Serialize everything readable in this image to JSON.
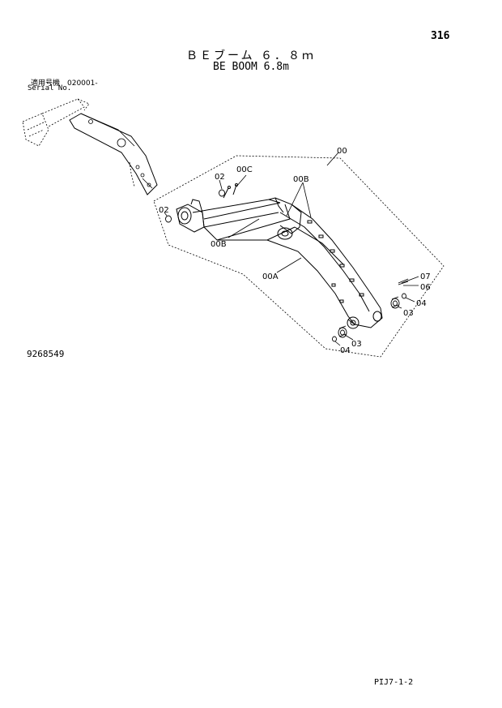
{
  "header": {
    "page_number": "316",
    "title_jp": "ＢＥブーム ６．８ｍ",
    "title_en": "BE BOOM 6.8m"
  },
  "serial": {
    "label_jp": "適用号機　020001-",
    "label_en": "Serial No."
  },
  "drawing_number": "9268549",
  "footer_code": "PIJ7-1-2",
  "callouts": {
    "c00": "00",
    "c00A": "00A",
    "c00B_top": "00B",
    "c00B_left": "00B",
    "c00C": "00C",
    "c02_top": "02",
    "c02_left": "02",
    "c03_right": "03",
    "c03_bottom": "03",
    "c04_right": "04",
    "c04_bottom": "04",
    "c06": "06",
    "c07": "07"
  },
  "colors": {
    "line": "#000000",
    "background": "#ffffff"
  }
}
